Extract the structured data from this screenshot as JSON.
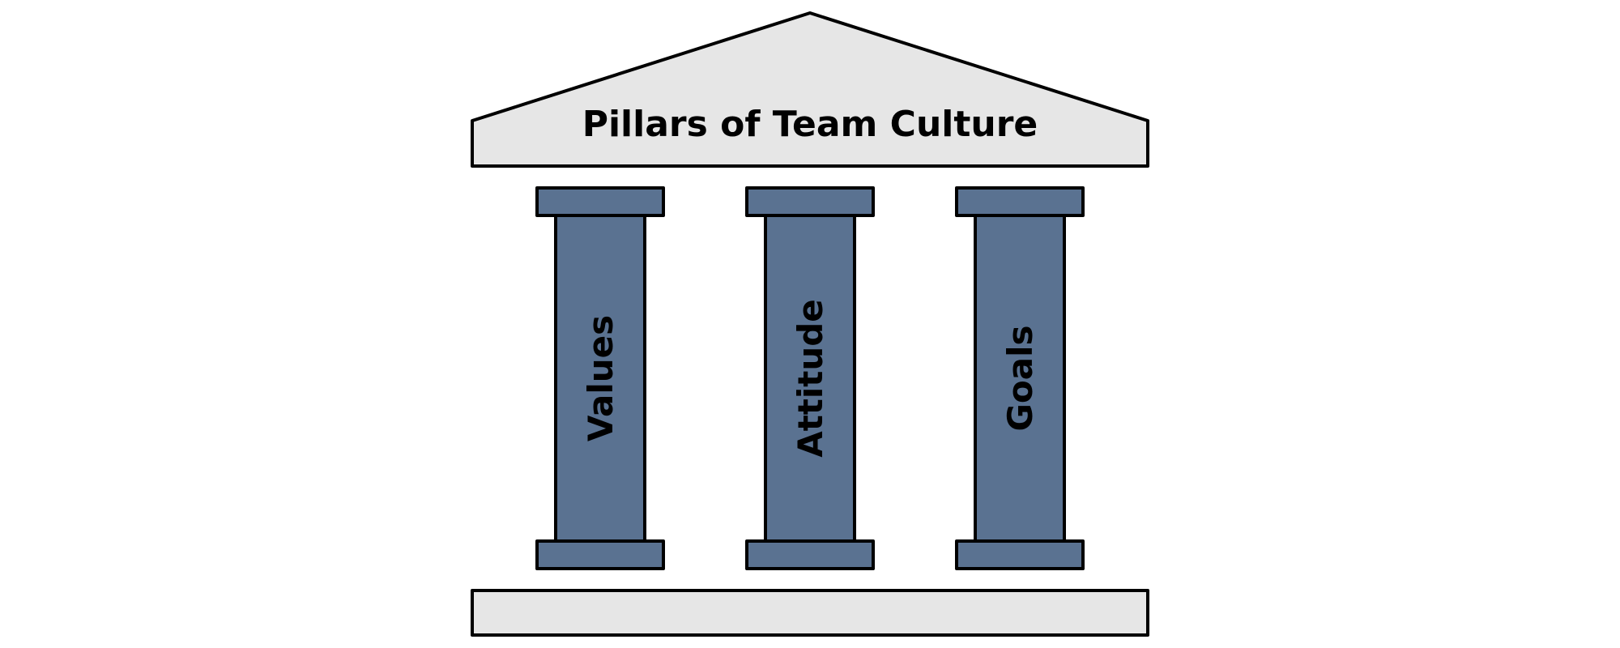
{
  "diagram": {
    "title": "Pillars of Team Culture",
    "pillars": [
      {
        "label": "Values"
      },
      {
        "label": "Attitude"
      },
      {
        "label": "Goals"
      }
    ]
  },
  "colors": {
    "roof_fill": "#e6e6e6",
    "base_fill": "#e6e6e6",
    "pillar_fill": "#5a7291",
    "outline": "#000000",
    "background": "#ffffff"
  }
}
